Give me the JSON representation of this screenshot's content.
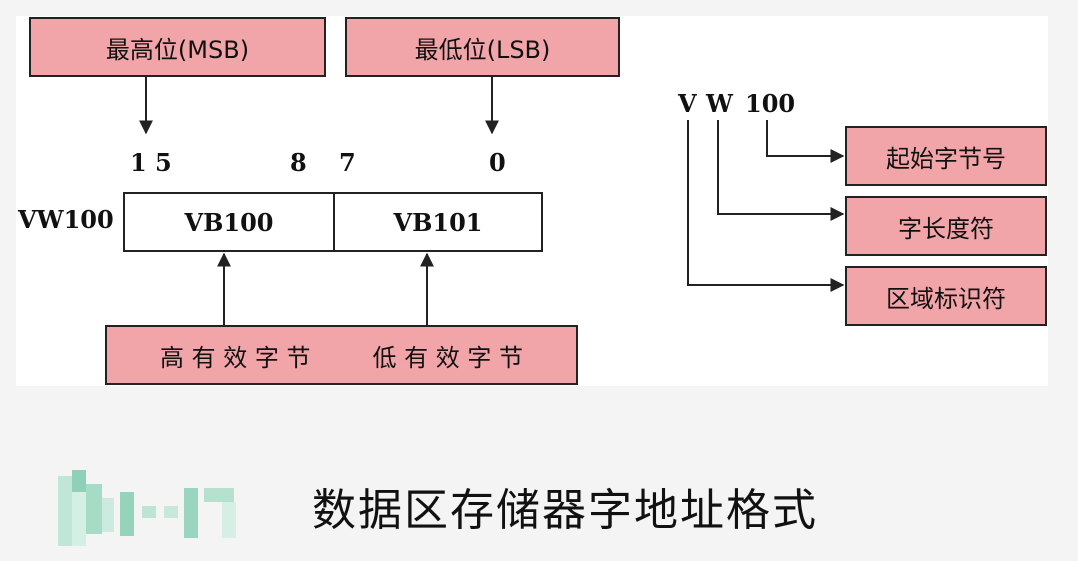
{
  "diagram": {
    "top_labels": {
      "msb": "最高位(MSB)",
      "lsb": "最低位(LSB)"
    },
    "bit_numbers": {
      "b15": "1 5",
      "b8": "8",
      "b7": "7",
      "b0": "0"
    },
    "word_label": "VW100",
    "bytes": {
      "high": "VB100",
      "low": "VB101"
    },
    "bottom_label": {
      "high": "高 有 效 字 节",
      "low": "低 有 效 字 节"
    },
    "address_parts": {
      "v": "V",
      "w": "W",
      "n": "100"
    },
    "legend": {
      "start": "起始字节号",
      "size": "字长度符",
      "area": "区域标识符"
    }
  },
  "figure_caption": "数据区存储器字地址格式",
  "colors": {
    "box_fill": "#f2a5a9",
    "line": "#222222",
    "panel": "#ffffff",
    "background": "#f4f4f4"
  }
}
